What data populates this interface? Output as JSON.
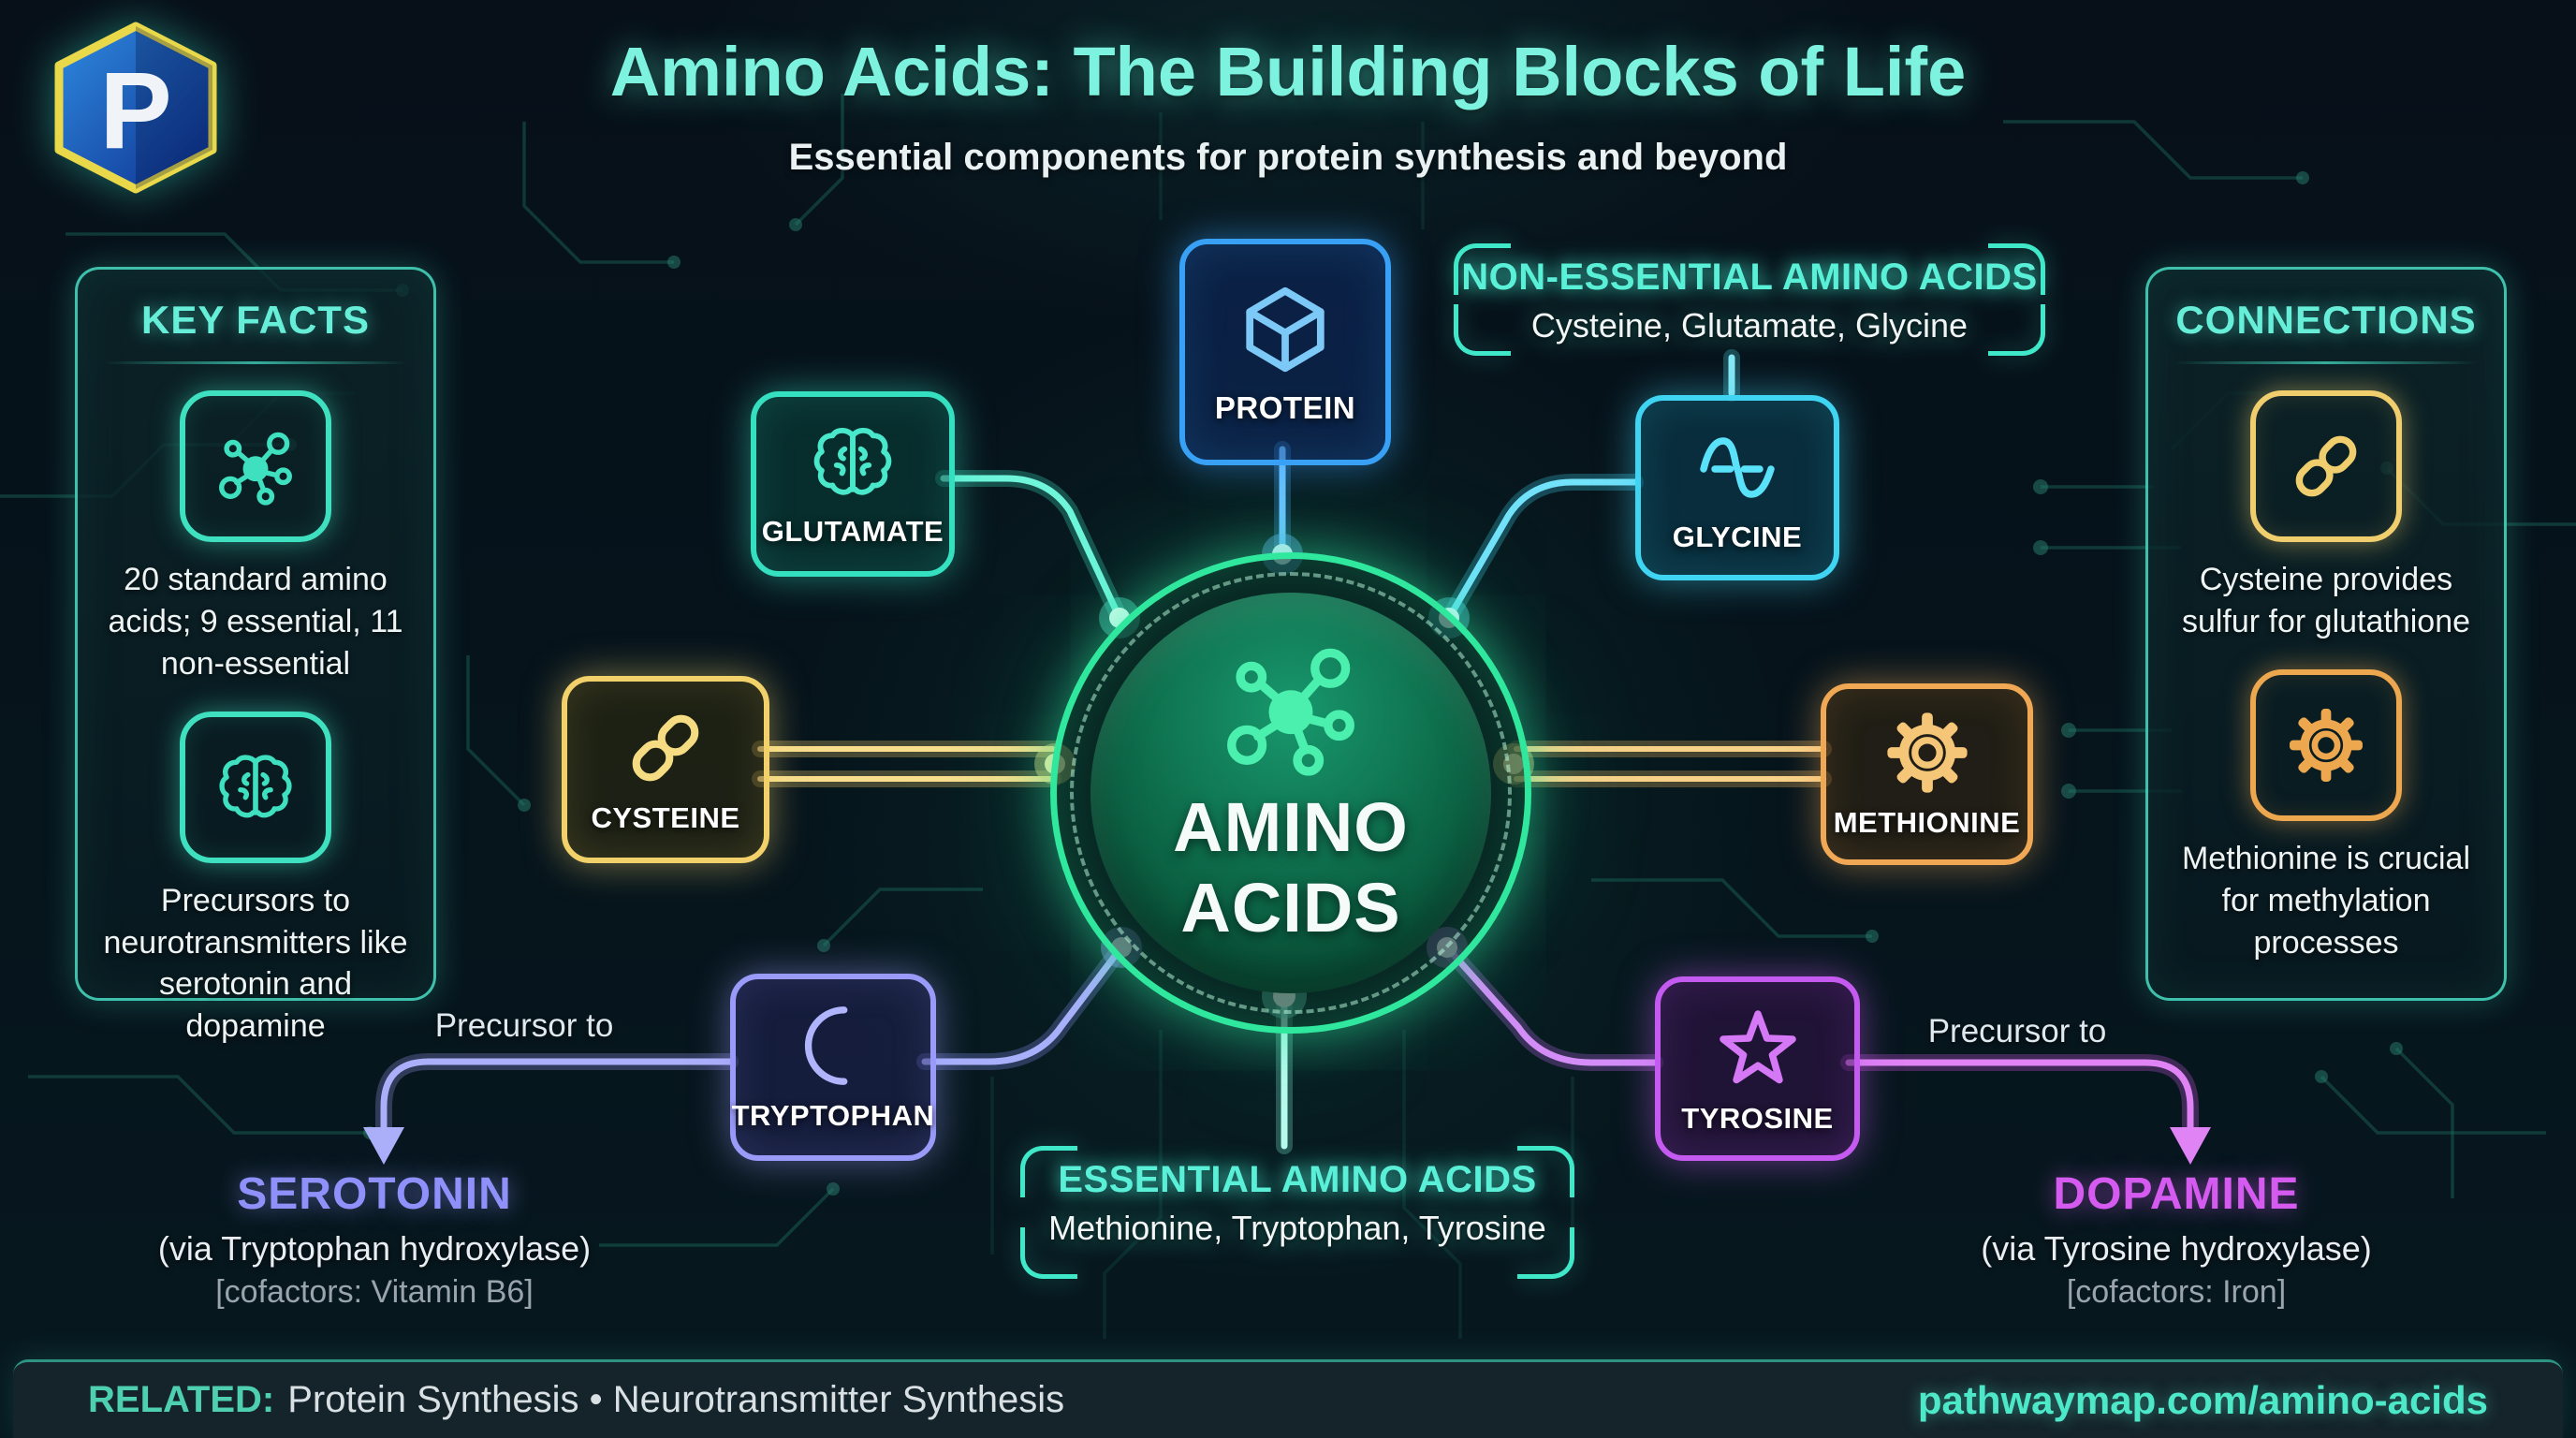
{
  "header": {
    "title": "Amino Acids: The Building Blocks of Life",
    "subtitle": "Essential components for protein synthesis and beyond",
    "brand_letter": "P"
  },
  "key_facts": {
    "title": "KEY FACTS",
    "items": [
      {
        "icon": "molecule-icon",
        "text": "20 standard amino acids; 9 essential, 11 non-essential"
      },
      {
        "icon": "brain-icon",
        "text": "Precursors to neurotransmitters like serotonin and dopamine"
      }
    ]
  },
  "connections": {
    "title": "CONNECTIONS",
    "items": [
      {
        "icon": "chain-link-icon",
        "text": "Cysteine provides sulfur for glutathione"
      },
      {
        "icon": "gear-icon",
        "text": "Methionine is crucial for methylation processes"
      }
    ]
  },
  "center": {
    "icon": "molecule-icon",
    "title_lines": [
      "AMINO",
      "ACIDS"
    ]
  },
  "nodes": {
    "protein": {
      "label": "PROTEIN",
      "icon": "cube-icon"
    },
    "glutamate": {
      "label": "GLUTAMATE",
      "icon": "brain-icon"
    },
    "glycine": {
      "label": "GLYCINE",
      "icon": "sine-wave-icon"
    },
    "cysteine": {
      "label": "CYSTEINE",
      "icon": "chain-link-icon"
    },
    "methionine": {
      "label": "METHIONINE",
      "icon": "gear-icon"
    },
    "tryptophan": {
      "label": "TRYPTOPHAN",
      "icon": "crescent-moon-icon"
    },
    "tyrosine": {
      "label": "TYROSINE",
      "icon": "star-icon"
    }
  },
  "groups": {
    "non_essential": {
      "title": "NON-ESSENTIAL AMINO ACIDS",
      "members": "Cysteine, Glutamate, Glycine"
    },
    "essential": {
      "title": "ESSENTIAL AMINO ACIDS",
      "members": "Methionine, Tryptophan, Tyrosine"
    }
  },
  "pathways": {
    "serotonin": {
      "precursor_label": "Precursor to",
      "product": "SEROTONIN",
      "via": "(via Tryptophan hydroxylase)",
      "cofactors": "[cofactors: Vitamin B6]"
    },
    "dopamine": {
      "precursor_label": "Precursor to",
      "product": "DOPAMINE",
      "via": "(via Tyrosine hydroxylase)",
      "cofactors": "[cofactors: Iron]"
    }
  },
  "footer": {
    "related_label": "RELATED:",
    "related_items": "Protein Synthesis • Neurotransmitter Synthesis",
    "url": "pathwaymap.com/amino-acids"
  },
  "colors": {
    "teal_accent": "#4DE8C8",
    "green_hub": "#2FE89E",
    "blue": "#38A0F5",
    "cyan": "#3FD4F2",
    "yellow": "#F2D06A",
    "orange": "#F0A855",
    "periwinkle": "#9A9AF8",
    "magenta": "#C45AF0",
    "serotonin_text": "#9090FA",
    "dopamine_text": "#D45AF0"
  }
}
